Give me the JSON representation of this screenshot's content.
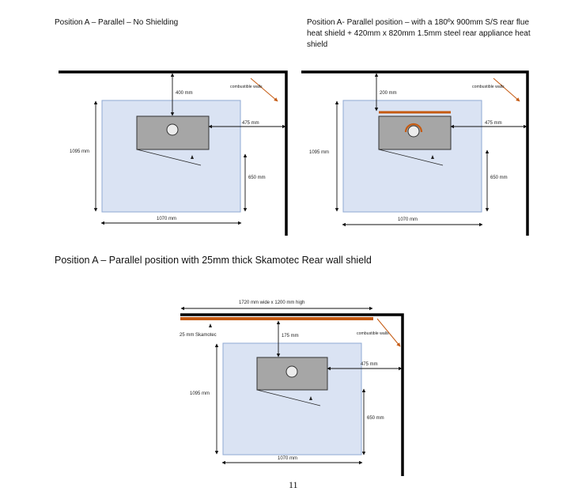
{
  "diagrams": {
    "d1": {
      "caption": "Position A – Parallel – No Shielding",
      "front_gap": "400 mm",
      "side_gap": "475 mm",
      "corner_label": "650 mm",
      "depth": "1095 mm",
      "width": "1070 mm",
      "walls_label": "combustible  walls"
    },
    "d2": {
      "caption": "Position A- Parallel position – with a 180ºx 900mm S/S rear flue heat shield + 420mm x 820mm  1.5mm steel rear appliance heat shield",
      "front_gap": "200 mm",
      "side_gap": "475 mm",
      "corner_label": "650 mm",
      "depth": "1095 mm",
      "width": "1070 mm",
      "walls_label": "combustible  walls"
    },
    "d3": {
      "caption": "Position A – Parallel position with 25mm thick Skamotec Rear wall shield",
      "shield_size": "1720 mm wide x 1200 mm high",
      "shield_label": "25 mm Skamotec",
      "front_gap": "175 mm",
      "side_gap": "475 mm",
      "corner_label": "650 mm",
      "depth": "1095 mm",
      "width": "1070 mm",
      "walls_label": "combustible  walls"
    }
  },
  "page_number": "11",
  "colors": {
    "hearth_fill": "#dae3f3",
    "hearth_stroke": "#8fa8d3",
    "stove_fill": "#a6a6a6",
    "shield": "#c55a11",
    "wall": "#000000"
  }
}
